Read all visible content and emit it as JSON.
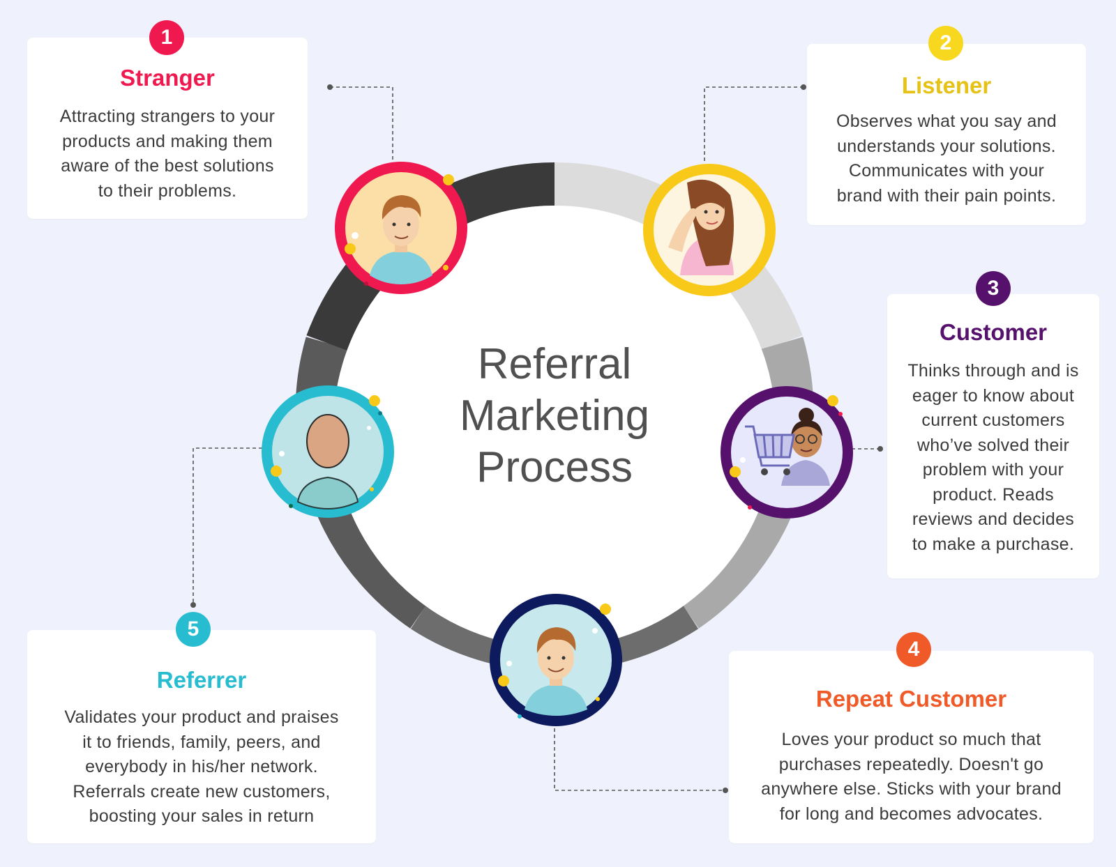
{
  "title": "Referral Marketing Process",
  "title_lines": [
    "Referral",
    "Marketing",
    "Process"
  ],
  "colors": {
    "background": "#eff2fc",
    "stranger": "#f0194f",
    "listener": "#f8c918",
    "customer": "#56116d",
    "repeat_customer": "#f05a28",
    "referrer": "#27bcd0"
  },
  "stages": {
    "stranger": {
      "number": "1",
      "title": "Stranger",
      "description": "Attracting strangers to your\nproducts and making them\naware of the best solutions\nto their problems.",
      "icon": "young-man-avatar-icon"
    },
    "listener": {
      "number": "2",
      "title": "Listener",
      "description": "Observes what you say and\nunderstands your solutions.\nCommunicates with your\nbrand with their pain points.",
      "icon": "listening-woman-avatar-icon"
    },
    "customer": {
      "number": "3",
      "title": "Customer",
      "description": "Thinks through and is\neager to know about\ncurrent customers\nwho’ve solved their\nproblem with your\nproduct. Reads\nreviews and decides\nto make a purchase.",
      "icon": "shopping-woman-avatar-icon"
    },
    "repeat_customer": {
      "number": "4",
      "title": "Repeat Customer",
      "description": "Loves your product so much that\npurchases repeatedly. Doesn't go\nanywhere else. Sticks with your brand\nfor long and becomes advocates.",
      "icon": "smiling-man-avatar-icon"
    },
    "referrer": {
      "number": "5",
      "title": "Referrer",
      "description": "Validates your product and praises\nit to friends, family, peers, and\neverybody in his/her network.\nReferrals create new customers,\nboosting your sales in return",
      "icon": "person-silhouette-avatar-icon"
    }
  }
}
